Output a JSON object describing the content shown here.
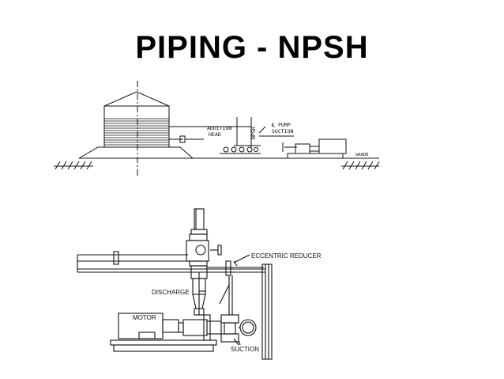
{
  "title": "PIPING - NPSH",
  "top_diagram": {
    "labels": {
      "addition_head_line1": "ADDITION",
      "addition_head_line2": "HEAD",
      "npsh": "NPSH",
      "pump_suction_line1": "℄ PUMP",
      "pump_suction_line2": "SUCTION",
      "grade": "GRADE"
    }
  },
  "bottom_diagram": {
    "labels": {
      "eccentric_reducer": "ECCENTRIC REDUCER",
      "discharge": "DISCHARGE",
      "motor": "MOTOR",
      "suction": "SUCTION"
    }
  },
  "colors": {
    "line": "#111111",
    "background": "#ffffff"
  }
}
